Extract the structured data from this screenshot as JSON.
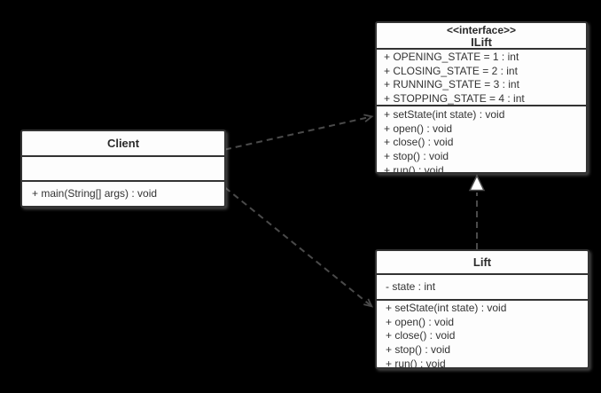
{
  "diagram": {
    "kind": "uml-class-diagram",
    "colors": {
      "background": "#000000",
      "box_fill": "#fdfdfd",
      "border": "#333333",
      "text": "#333333",
      "arrow": "#4a4a4a",
      "realization_triangle_fill": "#ffffff"
    }
  },
  "boxes": {
    "client": {
      "title": "Client",
      "fields": [],
      "methods": [
        "+ main(String[] args) : void"
      ]
    },
    "ilift": {
      "stereotype": "<<interface>>",
      "title": "ILift",
      "fields": [
        "+ OPENING_STATE = 1 : int",
        "+ CLOSING_STATE = 2 : int",
        "+ RUNNING_STATE = 3 : int",
        "+ STOPPING_STATE = 4 : int"
      ],
      "methods": [
        "+ setState(int state) : void",
        "+ open() : void",
        "+ close() : void",
        "+ stop() : void",
        "+ run() : void"
      ]
    },
    "lift": {
      "title": "Lift",
      "fields": [
        "- state : int"
      ],
      "methods": [
        "+ setState(int state) : void",
        "+ open() : void",
        "+ close() : void",
        "+ stop() : void",
        "+ run() : void"
      ]
    }
  },
  "relationships": [
    {
      "from": "Client",
      "to": "ILift",
      "type": "dependency",
      "line_style": "dashed",
      "arrowhead": "open"
    },
    {
      "from": "Client",
      "to": "Lift",
      "type": "dependency",
      "line_style": "dashed",
      "arrowhead": "open"
    },
    {
      "from": "Lift",
      "to": "ILift",
      "type": "realization",
      "line_style": "dashed",
      "arrowhead": "hollow-triangle"
    }
  ]
}
